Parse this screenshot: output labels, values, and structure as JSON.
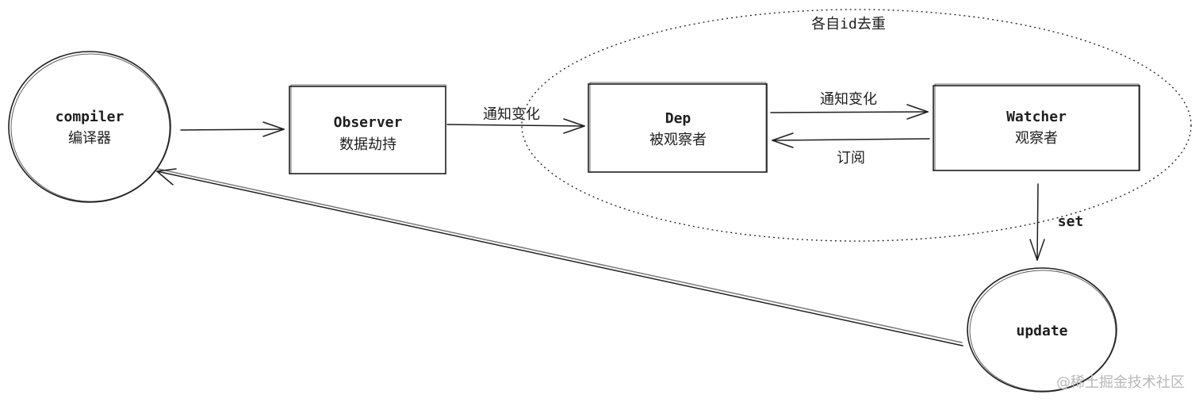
{
  "group": {
    "label": "各自id去重"
  },
  "nodes": {
    "compiler": {
      "title": "compiler",
      "subtitle": "编译器"
    },
    "observer": {
      "title": "Observer",
      "subtitle": "数据劫持"
    },
    "dep": {
      "title": "Dep",
      "subtitle": "被观察者"
    },
    "watcher": {
      "title": "Watcher",
      "subtitle": "观察者"
    },
    "update": {
      "title": "update"
    }
  },
  "edges": {
    "observer_to_dep": "通知变化",
    "dep_to_watcher": "通知变化",
    "watcher_to_dep": "订阅",
    "watcher_to_update": "set"
  },
  "watermark": "@稀土掘金技术社区",
  "colors": {
    "stroke": "#1e1e1e",
    "watermark": "#b8b8b8"
  }
}
